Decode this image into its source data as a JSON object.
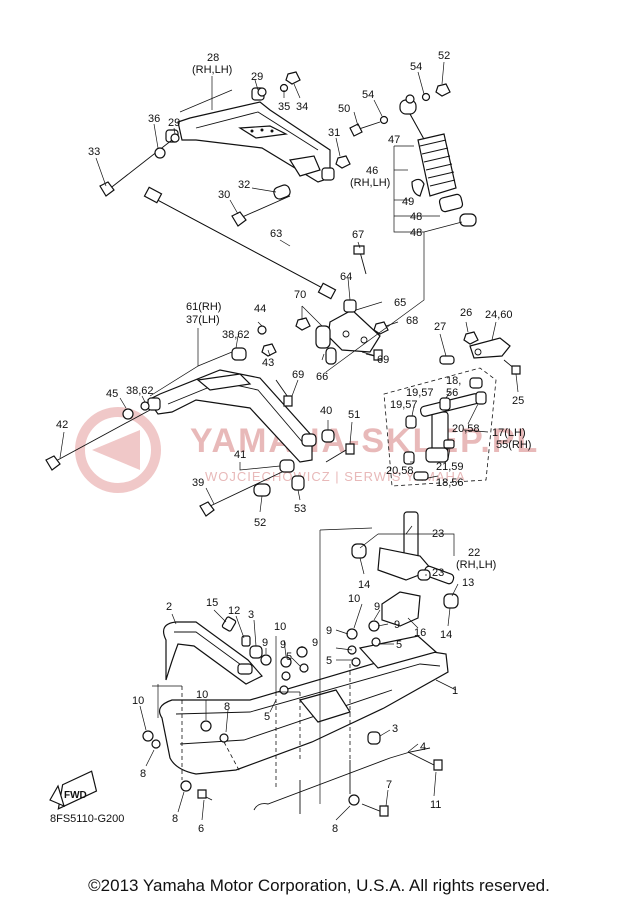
{
  "diagram": {
    "code": "8FS5110-G200",
    "fwd_label": "FWD",
    "watermark": {
      "main": "YAMAHA-SKLEP.PL",
      "sub": "WOJCIECHOWICZ | SERWIS YAMAHA"
    },
    "callouts": {
      "c1": "1",
      "c2": "2",
      "c3a": "3",
      "c3b": "3",
      "c4": "4",
      "c5a": "5",
      "c5b": "5",
      "c5c": "5",
      "c5d": "5",
      "c6": "6",
      "c7": "7",
      "c8a": "8",
      "c8b": "8",
      "c8c": "8",
      "c8d": "8",
      "c9a": "9",
      "c9b": "9",
      "c9c": "9",
      "c9d": "9",
      "c9e": "9",
      "c10a": "10",
      "c10b": "10",
      "c10c": "10",
      "c10d": "10",
      "c11": "11",
      "c12": "12",
      "c13": "13",
      "c14a": "14",
      "c14b": "14",
      "c15": "15",
      "c16": "16",
      "c17": "17(LH)",
      "c55": "55(RH)",
      "c1857a": "18,",
      "c1857b": "56",
      "c1857c": "18,56",
      "c1957a": "19,57",
      "c1957b": "19,57",
      "c2058a": "20,58",
      "c2058b": "20,58",
      "c2159": "21,59",
      "c22a": "22",
      "c22b": "(RH,LH)",
      "c23a": "23",
      "c23b": "23",
      "c2460": "24,60",
      "c25": "25",
      "c26": "26",
      "c27": "27",
      "c28a": "28",
      "c28b": "(RH,LH)",
      "c29a": "29",
      "c29b": "29",
      "c30": "30",
      "c31": "31",
      "c32": "32",
      "c33": "33",
      "c34": "34",
      "c35": "35",
      "c36": "36",
      "c37": "37(LH)",
      "c61": "61(RH)",
      "c3862a": "38,62",
      "c3862b": "38,62",
      "c39": "39",
      "c40": "40",
      "c41": "41",
      "c42": "42",
      "c43": "43",
      "c44": "44",
      "c45": "45",
      "c46a": "46",
      "c46b": "(RH,LH)",
      "c47": "47",
      "c48a": "48",
      "c48b": "48",
      "c49": "49",
      "c50": "50",
      "c51": "51",
      "c52a": "52",
      "c52b": "52",
      "c53": "53",
      "c54a": "54",
      "c54b": "54",
      "c63": "63",
      "c64": "64",
      "c65": "65",
      "c66": "66",
      "c67": "67",
      "c68": "68",
      "c69a": "69",
      "c69b": "69",
      "c70": "70"
    }
  },
  "footer": {
    "copyright": "©2013 Yamaha Motor Corporation, U.S.A. All rights reserved."
  }
}
